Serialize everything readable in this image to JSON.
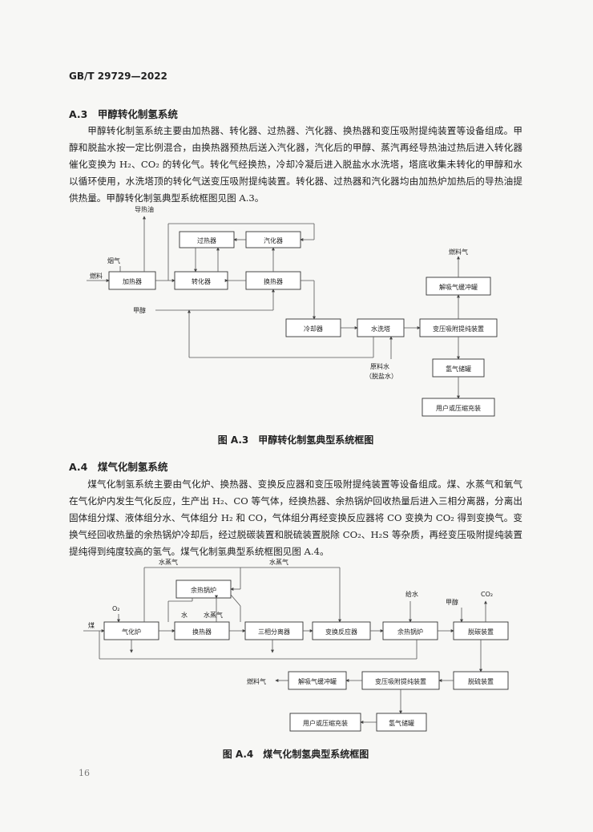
{
  "header": {
    "std_code": "GB/T 29729—2022"
  },
  "section_a3": {
    "heading": "A.3　甲醇转化制氢系统",
    "body": "甲醇转化制氢系统主要由加热器、转化器、过热器、汽化器、换热器和变压吸附提纯装置等设备组成。甲醇和脱盐水按一定比例混合，由换热器预热后送入汽化器，汽化后的甲醇、蒸汽再经导热油过热后进入转化器催化变换为 H₂、CO₂ 的转化气。转化气经换热，冷却冷凝后进入脱盐水水洗塔，塔底收集未转化的甲醇和水以循环使用，水洗塔顶的转化气送变压吸附提纯装置。转化器、过热器和汽化器均由加热炉加热后的导热油提供热量。甲醇转化制氢典型系统框图见图 A.3。"
  },
  "figure_a3": {
    "caption": "图 A.3　甲醇转化制氢典型系统框图",
    "boxes": {
      "superheater": "过热器",
      "vaporizer": "汽化器",
      "heater": "加热器",
      "converter": "转化器",
      "heat_exchanger": "换热器",
      "cooler": "冷却器",
      "wash_tower": "水洗塔",
      "psa": "变压吸附提纯装置",
      "desorb_buffer": "解吸气缓冲罐",
      "h2_tank": "氢气储罐",
      "user": "用户或压缩充装"
    },
    "labels": {
      "thermal_oil": "导热油",
      "flue_gas": "烟气",
      "fuel": "燃料",
      "methanol": "甲醇",
      "raw_water_1": "原料水",
      "raw_water_2": "（脱盐水）",
      "fuel_gas": "燃料气"
    }
  },
  "section_a4": {
    "heading": "A.4　煤气化制氢系统",
    "body": "煤气化制氢系统主要由气化炉、换热器、变换反应器和变压吸附提纯装置等设备组成。煤、水蒸气和氧气在气化炉内发生气化反应，生产出 H₂、CO 等气体，经换热器、余热锅炉回收热量后进入三相分离器，分离出固体组分煤、液体组分水、气体组分 H₂ 和 CO，气体组分再经变换反应器将 CO 变换为 CO₂ 得到变换气。变换气经回收热量的余热锅炉冷却后，经过脱碳装置和脱硫装置脱除 CO₂、H₂S 等杂质，再经变压吸附提纯装置提纯得到纯度较高的氢气。煤气化制氢典型系统框图见图 A.4。"
  },
  "figure_a4": {
    "caption": "图 A.4　煤气化制氢典型系统框图",
    "boxes": {
      "waste_boiler_top": "余热锅炉",
      "gasifier": "气化炉",
      "heat_exchanger": "换热器",
      "three_phase": "三相分离器",
      "shift_reactor": "变换反应器",
      "waste_boiler": "余热锅炉",
      "decarb": "脱碳装置",
      "desulf": "脱硫装置",
      "psa": "变压吸附提纯装置",
      "desorb_buffer": "解吸气缓冲罐",
      "h2_tank": "氢气储罐",
      "user": "用户或压缩充装"
    },
    "labels": {
      "steam_1": "水蒸气",
      "steam_2": "水蒸气",
      "o2": "O₂",
      "coal": "煤",
      "water": "水",
      "steam_3": "水蒸气",
      "feed_water": "给水",
      "methanol": "甲醇",
      "co2": "CO₂",
      "fuel_gas": "燃料气"
    }
  },
  "footer": {
    "page_number": "16"
  }
}
